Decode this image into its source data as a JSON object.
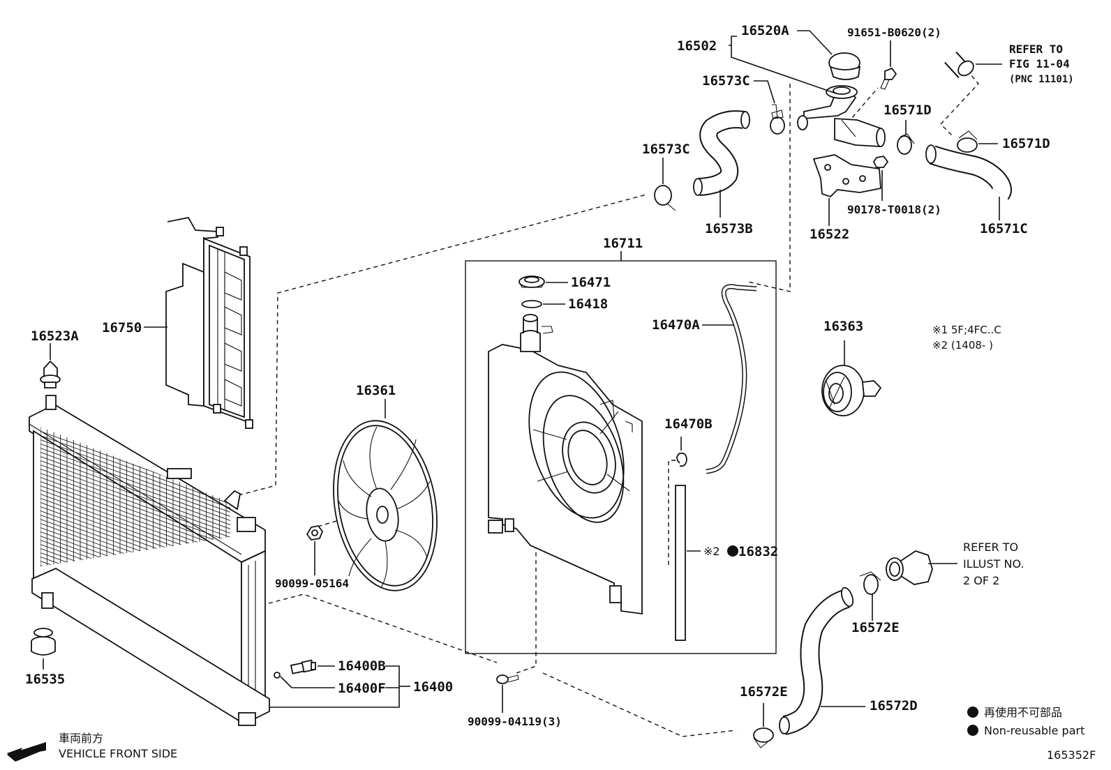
{
  "diagram_number": "165352F",
  "callouts": {
    "p16502": "16502",
    "p16520A": "16520A",
    "p91651": "91651-B0620(2)",
    "p16573C_top": "16573C",
    "p16573C_mid": "16573C",
    "p16573B": "16573B",
    "p16571D_top": "16571D",
    "p16571D_right": "16571D",
    "p16522": "16522",
    "p90178": "90178-T0018(2)",
    "p16571C": "16571C",
    "p16711": "16711",
    "p16471": "16471",
    "p16418": "16418",
    "p16470A": "16470A",
    "p16470B": "16470B",
    "p16832": "16832",
    "p16363": "16363",
    "p16750": "16750",
    "p16523A": "16523A",
    "p16361": "16361",
    "p90099_05164": "90099-05164",
    "p16535": "16535",
    "p16400B": "16400B",
    "p16400F": "16400F",
    "p16400": "16400",
    "p90099_04119": "90099-04119(3)",
    "p16572E_right": "16572E",
    "p16572E_bottom": "16572E",
    "p16572D": "16572D"
  },
  "refer_top": {
    "line1": "REFER TO",
    "line2": "FIG 11-04",
    "line3": "(PNC 11101)"
  },
  "refer_right": {
    "line1": "REFER TO",
    "line2": "ILLUST NO.",
    "line3": "2 OF 2"
  },
  "notes": {
    "note1": "※1 5F;4FC..C",
    "note2": "※2 (1408-      )",
    "mark16832": "※2"
  },
  "legend": {
    "jp": "再使用不可部品",
    "en": "Non-reusable part"
  },
  "vehicle_front": {
    "jp": "車両前方",
    "en": "VEHICLE FRONT SIDE"
  }
}
